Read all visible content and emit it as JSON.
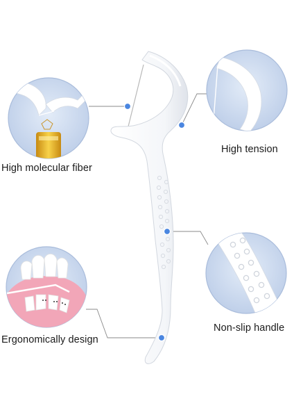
{
  "features": {
    "fiber": "High molecular fiber",
    "tension": "High tension",
    "grip": "Non-slip handle",
    "design": "Ergonomically design"
  },
  "colors": {
    "callout_bg": "#c9d8ee",
    "callout_border": "#a9bcdb",
    "connector": "#8a8a8a",
    "dot": "#4a86e0",
    "pick_body": "#ffffff",
    "gum": "#f2a6b8"
  }
}
